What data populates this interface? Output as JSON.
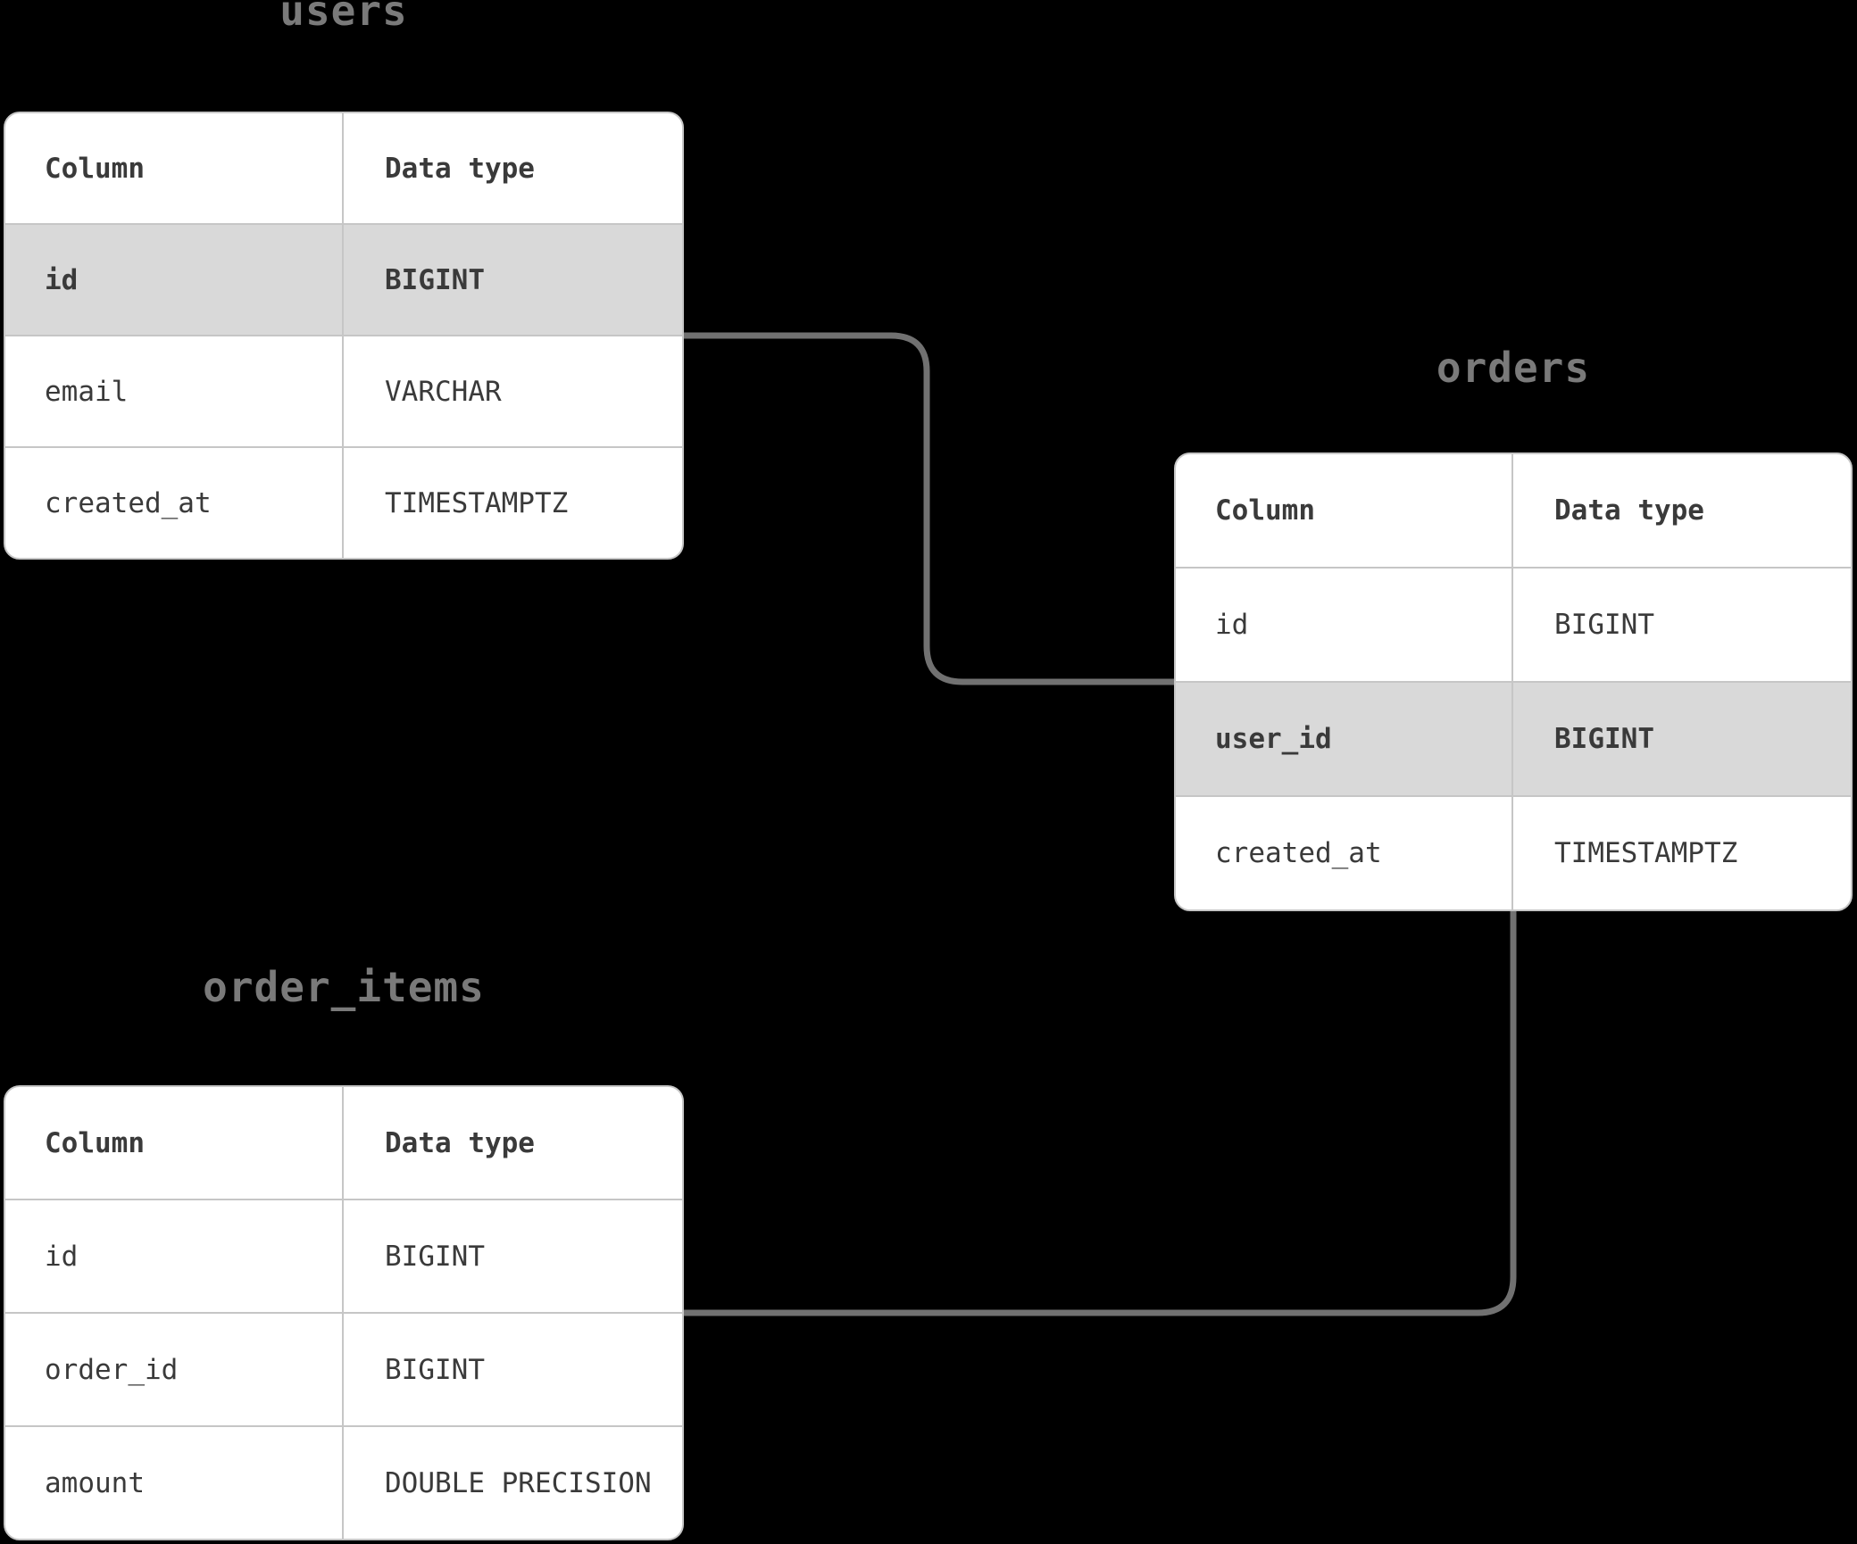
{
  "colors": {
    "background": "#000000",
    "table_bg": "#ffffff",
    "row_highlight": "#d9d9d9",
    "border": "#c6c6c6",
    "text": "#3a3a3a",
    "title": "#7a7a7a",
    "connector": "#717171"
  },
  "tables": [
    {
      "title": "users",
      "headers": {
        "column": "Column",
        "type": "Data type"
      },
      "rows": [
        {
          "column": "id",
          "type": "BIGINT",
          "highlighted": true
        },
        {
          "column": "email",
          "type": "VARCHAR",
          "highlighted": false
        },
        {
          "column": "created_at",
          "type": "TIMESTAMPTZ",
          "highlighted": false
        }
      ]
    },
    {
      "title": "orders",
      "headers": {
        "column": "Column",
        "type": "Data type"
      },
      "rows": [
        {
          "column": "id",
          "type": "BIGINT",
          "highlighted": false
        },
        {
          "column": "user_id",
          "type": "BIGINT",
          "highlighted": true
        },
        {
          "column": "created_at",
          "type": "TIMESTAMPTZ",
          "highlighted": false
        }
      ]
    },
    {
      "title": "order_items",
      "headers": {
        "column": "Column",
        "type": "Data type"
      },
      "rows": [
        {
          "column": "id",
          "type": "BIGINT",
          "highlighted": false
        },
        {
          "column": "order_id",
          "type": "BIGINT",
          "highlighted": false
        },
        {
          "column": "amount",
          "type": "DOUBLE PRECISION",
          "highlighted": false
        }
      ]
    }
  ],
  "relationships": [
    {
      "from": "users.id",
      "to": "orders.user_id"
    },
    {
      "from": "orders.id",
      "to": "order_items.order_id"
    }
  ]
}
